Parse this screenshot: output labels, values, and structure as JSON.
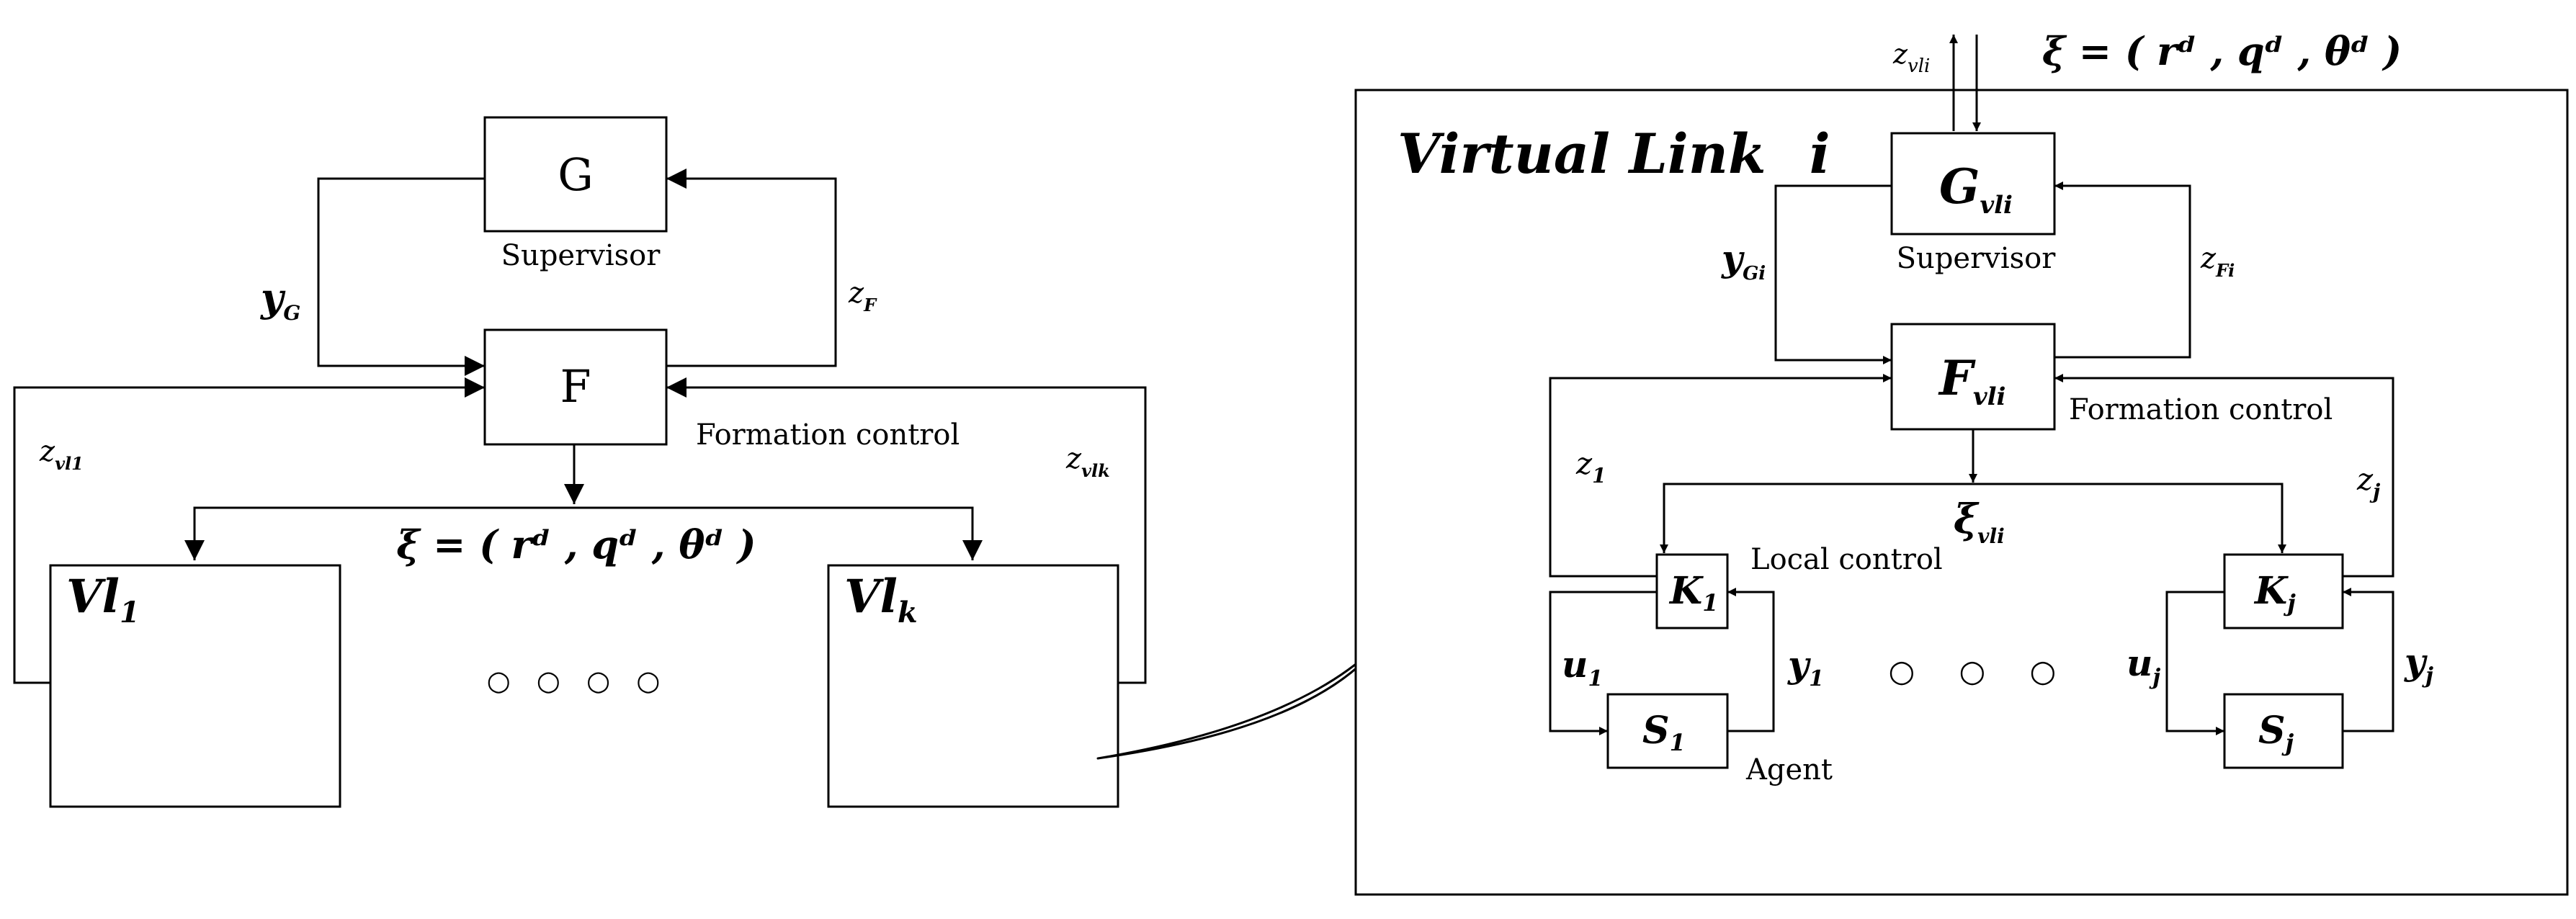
{
  "left": {
    "blocks": {
      "g": "G",
      "f": "F"
    },
    "captions": {
      "supervisor": "Supervisor",
      "formation_control": "Formation control"
    },
    "signals": {
      "y_g": {
        "main": "y",
        "sub": "G"
      },
      "z_f": {
        "main": "z",
        "sub": "F"
      },
      "z_vl1": {
        "main": "z",
        "sub": "vl1"
      },
      "z_vlk": {
        "main": "z",
        "sub": "vlk"
      }
    },
    "xi_expression": "ξ = ( rᵈ , qᵈ , θᵈ )",
    "virtual_links": [
      {
        "main": "Vl",
        "sub": "1"
      },
      {
        "main": "Vl",
        "sub": "k"
      }
    ],
    "ellipsis": "○ ○ ○ ○"
  },
  "right": {
    "title": {
      "main": "Virtual Link",
      "index": "i"
    },
    "top_signals": {
      "z_vli": {
        "main": "z",
        "sub": "vli"
      },
      "xi_expression": "ξ = ( rᵈ , qᵈ , θᵈ )"
    },
    "blocks": {
      "g_vli": {
        "main": "G",
        "sub": "vli"
      },
      "f_vli": {
        "main": "F",
        "sub": "vli"
      },
      "k1": {
        "main": "K",
        "sub": "1"
      },
      "kj": {
        "main": "K",
        "sub": "j"
      },
      "s1": {
        "main": "S",
        "sub": "1"
      },
      "sj": {
        "main": "S",
        "sub": "j"
      }
    },
    "captions": {
      "supervisor": "Supervisor",
      "formation_control": "Formation control",
      "local_control": "Local control",
      "agent": "Agent"
    },
    "signals": {
      "y_gi": {
        "main": "y",
        "sub": "Gi"
      },
      "z_fi": {
        "main": "z",
        "sub": "Fi"
      },
      "z_1": {
        "main": "z",
        "sub": "1"
      },
      "z_j": {
        "main": "z",
        "sub": "j"
      },
      "xi_vli": {
        "main": "ξ",
        "sub": "vli"
      },
      "u_1": {
        "main": "u",
        "sub": "1"
      },
      "u_j": {
        "main": "u",
        "sub": "j"
      },
      "y_1": {
        "main": "y",
        "sub": "1"
      },
      "y_j": {
        "main": "y",
        "sub": "j"
      }
    },
    "ellipsis": "○ ○ ○"
  }
}
